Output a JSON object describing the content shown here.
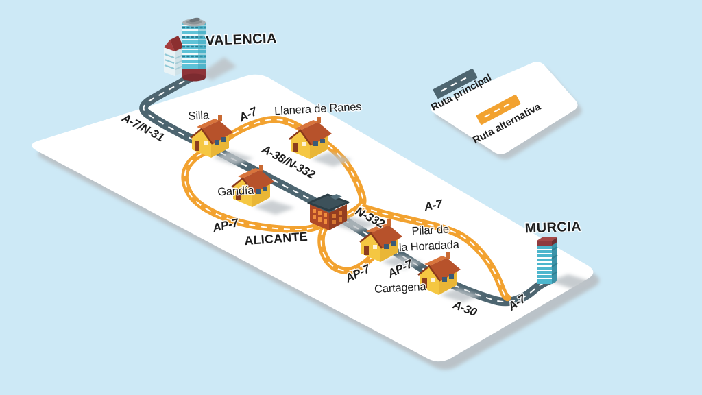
{
  "legend": {
    "principal_label": "Ruta principal",
    "alternativa_label": "Ruta alternativa"
  },
  "cities": {
    "valencia": "VALENCIA",
    "murcia": "MURCIA",
    "alicante": "ALICANTE"
  },
  "towns": {
    "silla": "Silla",
    "llanera_de_ranes": "Llanera de Ranes",
    "gandia": "Gandía",
    "pilar_de_la_horadada": [
      "Pilar de",
      "la Horadada"
    ],
    "cartagena": "Cartagena"
  },
  "road_labels": {
    "a7_n31": "A-7/N-31",
    "a7_valencia_bypass": "A-7",
    "a38_n332": "A-38/N-332",
    "n332": "N-332",
    "a7_alicante_murcia": "A-7",
    "ap7_west": "AP-7",
    "ap7_south_1": "AP-7",
    "ap7_south_2": "AP-7",
    "a30": "A-30",
    "a7_murcia": "A-7"
  },
  "icons": {
    "valencia_building": "city-tower",
    "murcia_building": "city-tower",
    "town_building": "house",
    "alicante_building": "industrial-building",
    "legend_main": "road-segment",
    "legend_alt": "road-segment"
  },
  "colors": {
    "sea": "#cde9f6",
    "land": "#ffffff",
    "main_route": "#4d6570",
    "alt_route": "#f2a230"
  }
}
